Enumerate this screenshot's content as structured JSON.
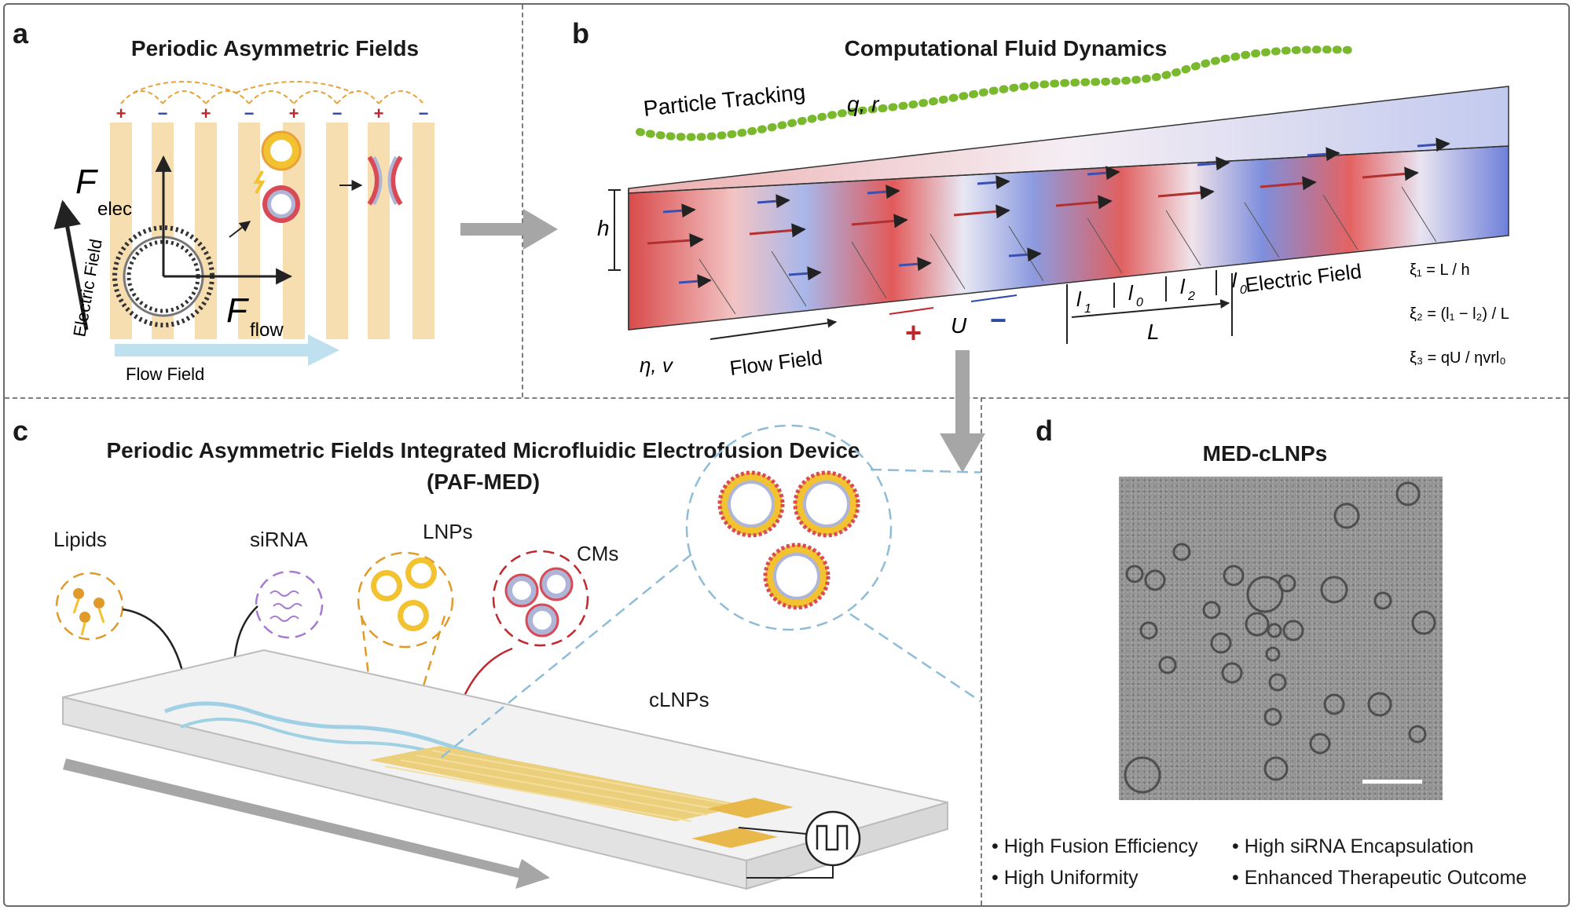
{
  "panels": {
    "a": {
      "label": "a",
      "title": "Periodic Asymmetric Fields",
      "f_elec": "F",
      "f_elec_sub": "elec",
      "f_flow": "F",
      "f_flow_sub": "flow",
      "electric_field": "Electric Field",
      "flow_field": "Flow Field",
      "plus": "+",
      "minus": "−"
    },
    "b": {
      "label": "b",
      "title": "Computational Fluid Dynamics",
      "particle_tracking": "Particle Tracking",
      "qr": "q, r",
      "h": "h",
      "eta_v": "η, v",
      "flow_field": "Flow Field",
      "electric_field": "Electric Field",
      "plus": "+",
      "U": "U",
      "minus": "−",
      "l1": "l",
      "l1_sub": "1",
      "l0": "l",
      "l0_sub": "0",
      "l2": "l",
      "l2_sub": "2",
      "l0b": "l",
      "l0b_sub": "0",
      "L": "L",
      "eq1": "ξ₁ = L / h",
      "eq2": "ξ₂ = (l₁ − l₂) / L",
      "eq3": "ξ₃ = qU / ηvrl₀"
    },
    "c": {
      "label": "c",
      "title_line1": "Periodic Asymmetric Fields Integrated Microfluidic Electrofusion Device",
      "title_line2": "(PAF-MED)",
      "lipids": "Lipids",
      "sirna": "siRNA",
      "lnps": "LNPs",
      "cms": "CMs",
      "clnps": "cLNPs"
    },
    "d": {
      "label": "d",
      "title": "MED-cLNPs",
      "bullets": [
        "High Fusion Efficiency",
        "High siRNA Encapsulation",
        "High Uniformity",
        "Enhanced Therapeutic Outcome"
      ]
    }
  },
  "colors": {
    "electrode": "#f6deb0",
    "red": "#c0272d",
    "blue": "#2b4aa8",
    "green": "#7ab82e",
    "flow_arrow": "#bfe0ef",
    "grey_arrow": "#a6a6a6",
    "gold": "#e9b84a",
    "lipid_head": "#f2c230",
    "dashed_blue": "#8fbcd6"
  }
}
